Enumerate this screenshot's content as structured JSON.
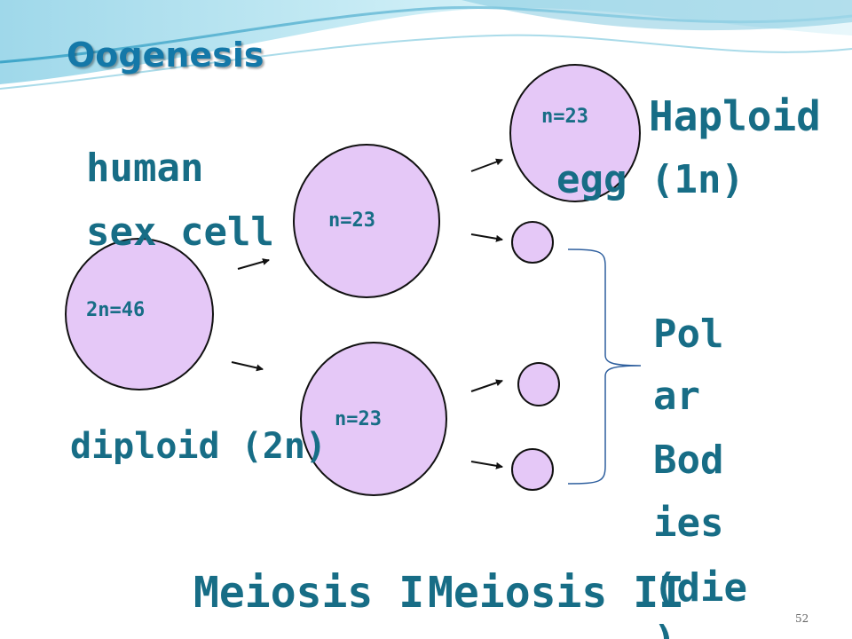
{
  "title": "Oogenesis",
  "labels": {
    "human_sex_cell": [
      "human",
      "sex cell"
    ],
    "diploid": "diploid (2n)",
    "haploid": "Haploid",
    "egg": "egg (1n)",
    "polar_bodies": [
      "Pol",
      "ar",
      "Bod",
      "ies",
      "(die",
      ")"
    ],
    "meiosis_1": "Meiosis I",
    "meiosis_2": "Meiosis II"
  },
  "cells": {
    "parent": "2n=46",
    "meiosis1_top": "n=23",
    "meiosis1_bottom": "n=23",
    "egg": "n=23"
  },
  "slide_number": "52",
  "colors": {
    "cell_fill": "#e5c8f7",
    "text": "#176d86",
    "title": "#1478a8",
    "bracket": "#2e5f9e"
  }
}
